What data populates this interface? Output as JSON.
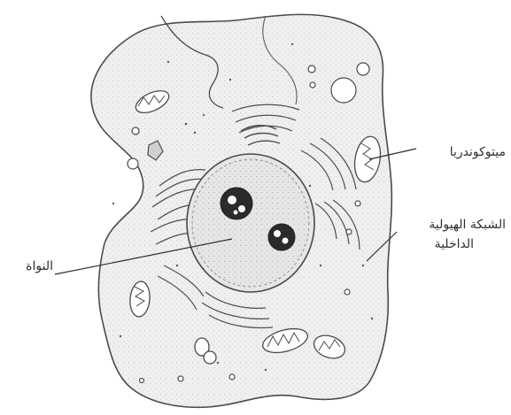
{
  "labels": {
    "mitochondria": "ميتوكوندريا",
    "endoplasmic_reticulum_line1": "الشبكة الهيولية",
    "endoplasmic_reticulum_line2": "الداخلية",
    "nucleus": "النواة"
  },
  "colors": {
    "ink": "#4a4a4a",
    "paper": "#ffffff",
    "cytoplasm": "#efefef",
    "nucleus_fill": "#e6e6e6",
    "nucleolus_fill": "#2b2b2b"
  }
}
